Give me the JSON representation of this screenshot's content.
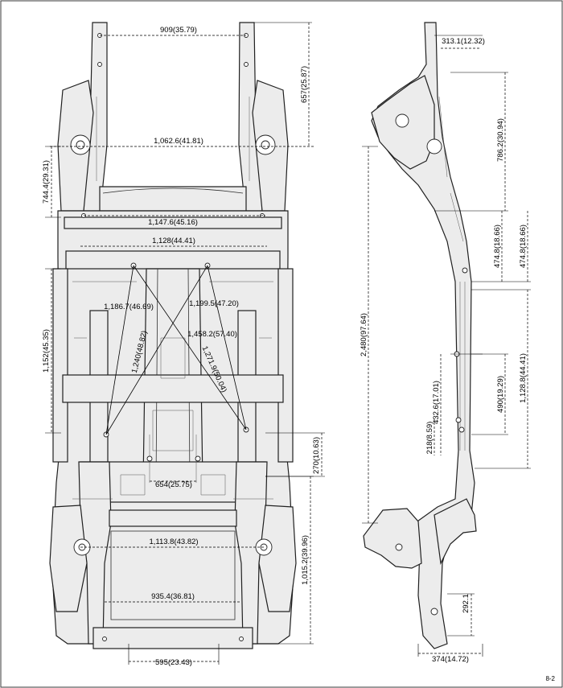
{
  "dimensions": {
    "top_width": "909(35.79)",
    "top_length": "657(25.87)",
    "tower_width": "1,062.6(41.81)",
    "front_left_height": "744.4(29.31)",
    "width_1147": "1,147.6(45.16)",
    "width_1128": "1,128(44.41)",
    "mid_left_height": "1,152(45.35)",
    "diag_1186": "1,186.7(46.69)",
    "diag_1199": "1,199.5(47.20)",
    "diag_1458": "1,458.2(57.40)",
    "diag_1240": "1,240(48.82)",
    "diag_1271": "1,271.9(50.04)",
    "rear_rail_gap": "270(10.63)",
    "rear_width_654": "654(25.75)",
    "rear_width_1113": "1,113.8(43.82)",
    "rear_length": "1,015.2(39.96)",
    "rear_width_935": "935.4(36.81)",
    "tail_width": "595(23.43)",
    "side_top_offset": "313.1(12.32)",
    "side_786": "786.2(30.94)",
    "side_474_inner": "474.8(18.66)",
    "side_474_outer": "474.8(18.66)",
    "side_total": "2,480(97.64)",
    "side_1128": "1,128.8(44.41)",
    "side_490": "490(19.29)",
    "side_432": "432.6(17.01)",
    "side_218": "218(8.59)",
    "side_292": "292.1",
    "side_374": "374(14.72)"
  },
  "page_number": "8-2"
}
